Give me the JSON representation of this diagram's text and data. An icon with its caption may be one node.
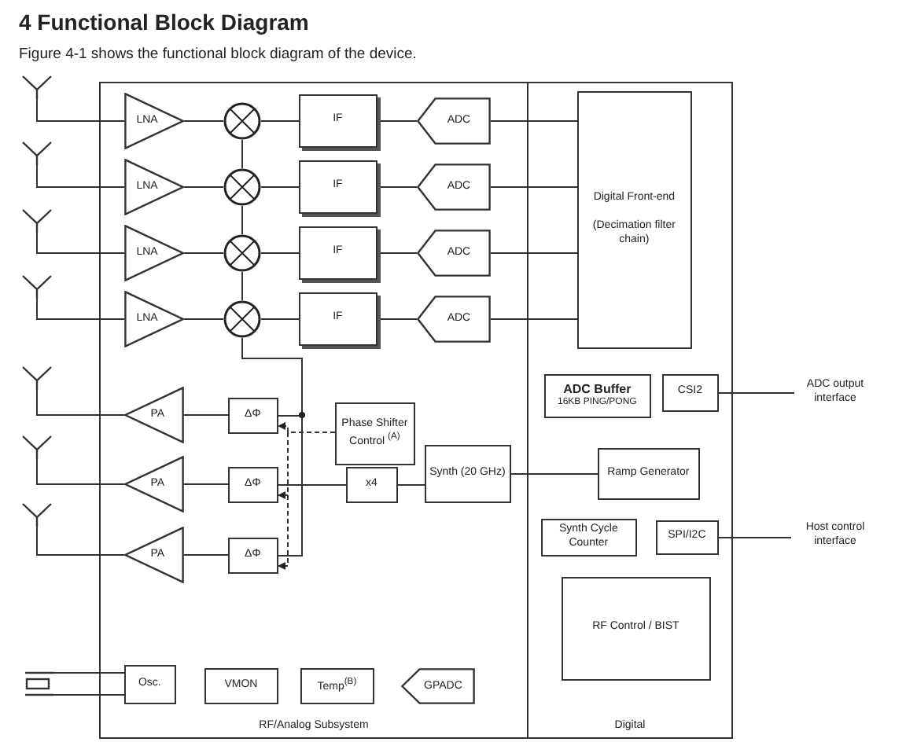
{
  "diagram": {
    "title": "4 Functional Block Diagram",
    "caption": "Figure 4-1 shows the functional block diagram of the device.",
    "nodes": [
      {
        "text": [
          "RF/Analog Subsystem"
        ]
      },
      {
        "text": [
          "Digital"
        ]
      },
      {
        "text": [],
        "shape": "antenna"
      },
      {
        "text": [
          "LNA"
        ],
        "in": 0
      },
      {
        "text": [],
        "shape": "circle",
        "in": 0
      },
      {
        "text": [
          "IF"
        ],
        "in": 0
      },
      {
        "text": [
          "ADC"
        ],
        "in": 0
      },
      {
        "text": [
          "Digital Front-end",
          "(Decimation filter chain)"
        ],
        "in": 1
      },
      {
        "text": [],
        "shape": "antenna"
      },
      {
        "text": [
          "LNA"
        ],
        "in": 0
      },
      {
        "text": [],
        "shape": "circle",
        "in": 0
      },
      {
        "text": [
          "IF"
        ],
        "in": 0
      },
      {
        "text": [
          "ADC"
        ],
        "in": 0
      },
      {
        "text": [],
        "shape": "antenna"
      },
      {
        "text": [
          "LNA"
        ],
        "in": 0
      },
      {
        "text": [],
        "shape": "circle",
        "in": 0
      },
      {
        "text": [
          "IF"
        ],
        "in": 0
      },
      {
        "text": [
          "ADC"
        ],
        "in": 0
      },
      {
        "text": [],
        "shape": "antenna"
      },
      {
        "text": [
          "LNA"
        ],
        "in": 0
      },
      {
        "text": [],
        "shape": "circle",
        "in": 0
      },
      {
        "text": [
          "IF"
        ],
        "in": 0
      },
      {
        "text": [
          "ADC"
        ],
        "in": 0
      },
      {
        "text": [
          "ADC Buffer",
          "16KB PING/PONG"
        ],
        "in": 1
      },
      {
        "text": [
          "CSI2"
        ],
        "in": 1
      },
      {
        "text": [
          "ADC output interface"
        ]
      },
      {
        "text": [],
        "shape": "antenna"
      },
      {
        "text": [
          "PA"
        ],
        "in": 0
      },
      {
        "text": [
          "ΔΦ"
        ],
        "in": 0
      },
      {
        "text": [
          "Phase Shifter Control $^{(A)}$"
        ],
        "in": 0
      },
      {
        "text": [],
        "shape": "antenna"
      },
      {
        "text": [
          "PA"
        ],
        "in": 0
      },
      {
        "text": [
          "ΔΦ"
        ],
        "in": 0
      },
      {
        "text": [
          "x4"
        ],
        "in": 0
      },
      {
        "text": [
          "Synth (20 GHz)"
        ],
        "in": 0
      },
      {
        "text": [
          "Ramp Generator"
        ],
        "in": 1
      },
      {
        "text": [],
        "shape": "antenna"
      },
      {
        "text": [
          "PA"
        ],
        "in": 0
      },
      {
        "text": [
          "ΔΦ"
        ],
        "in": 0
      },
      {
        "text": [
          "Synth Cycle Counter"
        ],
        "in": 1
      },
      {
        "text": [
          "SPI/I2C"
        ],
        "in": 1
      },
      {
        "text": [
          "Host control interface"
        ]
      },
      {
        "text": [
          "RF Control / BIST"
        ],
        "in": 1
      },
      {
        "text": [],
        "shape": "crystal"
      },
      {
        "text": [
          "Osc."
        ],
        "in": 0
      },
      {
        "text": [
          "VMON"
        ],
        "in": 0
      },
      {
        "text": [
          "Temp$^{(B)}$"
        ],
        "in": 0
      },
      {
        "text": [
          "GPADC"
        ],
        "in": 0
      }
    ],
    "edges": [
      {
        "from": 2,
        "to": 3,
        "arrow": "none"
      },
      {
        "from": 3,
        "to": 4,
        "arrow": "none"
      },
      {
        "from": 4,
        "to": 5,
        "arrow": "none"
      },
      {
        "from": 5,
        "to": 6,
        "arrow": "none"
      },
      {
        "from": 6,
        "to": 7,
        "arrow": "none"
      },
      {
        "from": 8,
        "to": 9,
        "arrow": "none"
      },
      {
        "from": 9,
        "to": 10,
        "arrow": "none"
      },
      {
        "from": 10,
        "to": 11,
        "arrow": "none"
      },
      {
        "from": 11,
        "to": 12,
        "arrow": "none"
      },
      {
        "from": 12,
        "to": 7,
        "arrow": "none"
      },
      {
        "from": 13,
        "to": 14,
        "arrow": "none"
      },
      {
        "from": 14,
        "to": 15,
        "arrow": "none"
      },
      {
        "from": 15,
        "to": 16,
        "arrow": "none"
      },
      {
        "from": 16,
        "to": 17,
        "arrow": "none"
      },
      {
        "from": 17,
        "to": 7,
        "arrow": "none"
      },
      {
        "from": 18,
        "to": 19,
        "arrow": "none"
      },
      {
        "from": 19,
        "to": 20,
        "arrow": "none"
      },
      {
        "from": 20,
        "to": 21,
        "arrow": "none"
      },
      {
        "from": 21,
        "to": 22,
        "arrow": "none"
      },
      {
        "from": 22,
        "to": 7,
        "arrow": "none"
      },
      {
        "from": 4,
        "to": 10,
        "arrow": "none"
      },
      {
        "from": 10,
        "to": 15,
        "arrow": "none"
      },
      {
        "from": 15,
        "to": 20,
        "arrow": "none"
      },
      {
        "from": 33,
        "to": 20,
        "arrow": "none"
      },
      {
        "from": 33,
        "to": 28,
        "arrow": "none"
      },
      {
        "from": 33,
        "to": 32,
        "arrow": "none"
      },
      {
        "from": 33,
        "to": 38,
        "arrow": "none"
      },
      {
        "from": 29,
        "to": 28,
        "arrow": "to",
        "style": "dashed"
      },
      {
        "from": 29,
        "to": 32,
        "arrow": "to",
        "style": "dashed"
      },
      {
        "from": 29,
        "to": 38,
        "arrow": "to",
        "style": "dashed"
      },
      {
        "from": 34,
        "to": 33,
        "arrow": "none"
      },
      {
        "from": 34,
        "to": 35,
        "arrow": "none"
      },
      {
        "from": 24,
        "to": 25,
        "arrow": "none"
      },
      {
        "from": 40,
        "to": 41,
        "arrow": "none"
      },
      {
        "from": 43,
        "to": 44,
        "arrow": "none"
      },
      {
        "from": 26,
        "to": 27,
        "arrow": "none"
      },
      {
        "from": 30,
        "to": 31,
        "arrow": "none"
      },
      {
        "from": 36,
        "to": 37,
        "arrow": "none"
      },
      {
        "from": 27,
        "to": 28,
        "arrow": "none"
      },
      {
        "from": 31,
        "to": 32,
        "arrow": "none"
      },
      {
        "from": 37,
        "to": 38,
        "arrow": "none"
      }
    ]
  }
}
